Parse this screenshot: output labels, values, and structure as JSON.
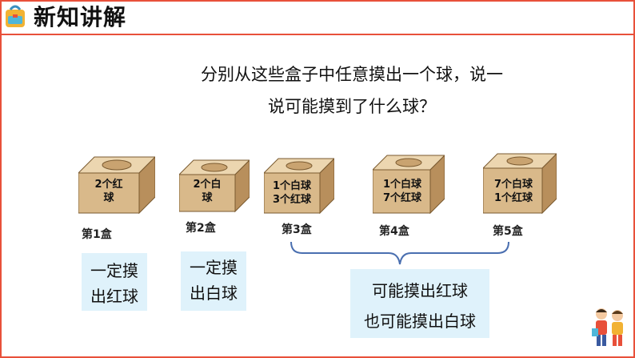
{
  "header": {
    "title": "新知讲解"
  },
  "prompt": {
    "line1": "分别从这些盒子中任意摸出一个球，说一",
    "line2": "说可能摸到了什么球？"
  },
  "boxes": [
    {
      "line1": "2个红",
      "line2": "球",
      "caption": "第1盒"
    },
    {
      "line1": "2个白",
      "line2": "球",
      "caption": "第2盒"
    },
    {
      "line1": "1个白球",
      "line2": "3个红球",
      "caption": "第3盒"
    },
    {
      "line1": "1个白球",
      "line2": "7个红球",
      "caption": "第4盒"
    },
    {
      "line1": "7个白球",
      "line2": "1个红球",
      "caption": "第5盒"
    }
  ],
  "answers": {
    "box1": {
      "line1": "一定摸",
      "line2": "出红球"
    },
    "box2": {
      "line1": "一定摸",
      "line2": "出白球"
    },
    "box345": {
      "line1": "可能摸出红球",
      "line2": "也可能摸出白球"
    }
  },
  "colors": {
    "accent": "#e8503a",
    "box_front": "#d9b98a",
    "box_top": "#ecd6b0",
    "box_side": "#b88f5c",
    "answer_bg": "#dff2fb",
    "brace": "#4a6fb0"
  }
}
